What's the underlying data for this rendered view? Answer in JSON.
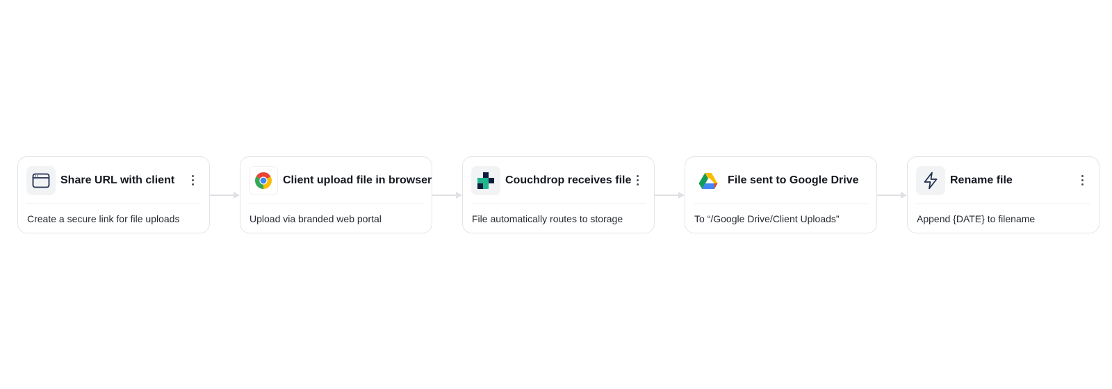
{
  "steps": [
    {
      "title": "Share URL with client",
      "description": "Create a secure link for file uploads",
      "icon": "browser-window-icon",
      "has_menu": true
    },
    {
      "title": "Client upload file in browser",
      "description": "Upload via branded web portal",
      "icon": "chrome-icon",
      "has_menu": false
    },
    {
      "title": "Couchdrop receives file",
      "description": "File automatically routes to storage",
      "icon": "couchdrop-logo-icon",
      "has_menu": true
    },
    {
      "title": "File sent to Google Drive",
      "description": "To “/Google Drive/Client Uploads”",
      "icon": "google-drive-icon",
      "has_menu": false
    },
    {
      "title": "Rename file",
      "description": "Append {DATE} to filename",
      "icon": "lightning-icon",
      "has_menu": true
    }
  ],
  "colors": {
    "card_border": "#e2e4e8",
    "connector": "#dfe1e5",
    "icon_bg": "#f2f3f5",
    "couchdrop_teal": "#1fb58f",
    "couchdrop_navy": "#0f1b3d"
  }
}
